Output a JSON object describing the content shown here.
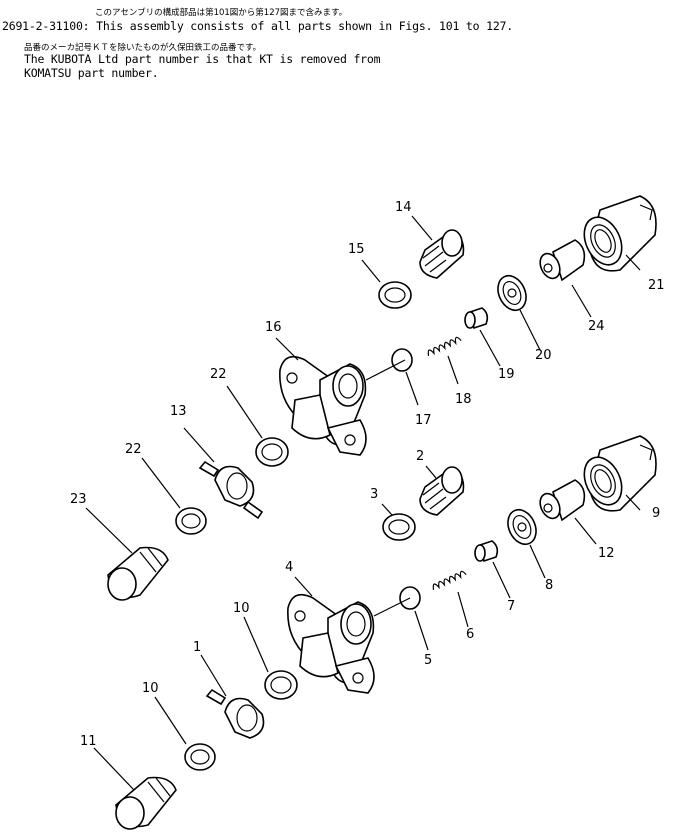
{
  "header": {
    "line1_jp": "このアセンブリの構成部品は第101図から第127図まで含みます。",
    "line2": "2691-2-31100: This assembly consists of all parts shown in Figs. 101 to 127.",
    "line3_jp": "品番のメーカ記号ＫＴを除いたものが久保田鉄工の品番です。",
    "line4": "The KUBOTA Ltd part number is that KT is removed from",
    "line5": "KOMATSU part number."
  },
  "callouts": {
    "n1": "1",
    "n2": "2",
    "n3": "3",
    "n4": "4",
    "n5": "5",
    "n6": "6",
    "n7": "7",
    "n8": "8",
    "n9": "9",
    "n10a": "10",
    "n10b": "10",
    "n11": "11",
    "n12": "12",
    "n13": "13",
    "n14": "14",
    "n15": "15",
    "n16": "16",
    "n17": "17",
    "n18": "18",
    "n19": "19",
    "n20": "20",
    "n21": "21",
    "n22a": "22",
    "n22b": "22",
    "n23": "23",
    "n24": "24"
  }
}
